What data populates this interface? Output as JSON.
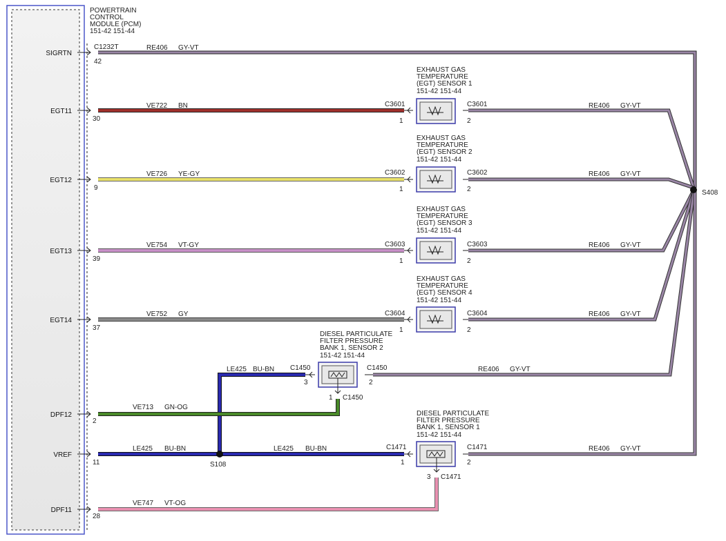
{
  "pcm": {
    "title": [
      "POWERTRAIN",
      "CONTROL",
      "MODULE (PCM)",
      "151-42    151-44"
    ],
    "pins": [
      {
        "signal": "SIGRTN",
        "pin": "42",
        "connector": "C1232T"
      },
      {
        "signal": "EGT11",
        "pin": "30"
      },
      {
        "signal": "EGT12",
        "pin": "9"
      },
      {
        "signal": "EGT13",
        "pin": "39"
      },
      {
        "signal": "EGT14",
        "pin": "37"
      },
      {
        "signal": "DPF12",
        "pin": "2"
      },
      {
        "signal": "VREF",
        "pin": "11"
      },
      {
        "signal": "DPF11",
        "pin": "28"
      }
    ]
  },
  "return_wire": {
    "circuit": "RE406",
    "color_code": "GY-VT",
    "color": "#9a86a6"
  },
  "egt_sensors": [
    {
      "title": [
        "EXHAUST GAS",
        "TEMPERATURE",
        "(EGT) SENSOR 1",
        "151-42    151-44"
      ],
      "conn": "C3601",
      "pin1": "1",
      "pin2": "2",
      "circuit": "VE722",
      "color_code": "BN",
      "color": "#a0302c"
    },
    {
      "title": [
        "EXHAUST GAS",
        "TEMPERATURE",
        "(EGT) SENSOR 2",
        "151-42    151-44"
      ],
      "conn": "C3602",
      "pin1": "1",
      "pin2": "2",
      "circuit": "VE726",
      "color_code": "YE-GY",
      "color": "#e8e06a"
    },
    {
      "title": [
        "EXHAUST GAS",
        "TEMPERATURE",
        "(EGT) SENSOR 3",
        "151-42    151-44"
      ],
      "conn": "C3603",
      "pin1": "1",
      "pin2": "2",
      "circuit": "VE754",
      "color_code": "VT-GY",
      "color": "#c890c8"
    },
    {
      "title": [
        "EXHAUST GAS",
        "TEMPERATURE",
        "(EGT) SENSOR 4",
        "151-42    151-44"
      ],
      "conn": "C3604",
      "pin1": "1",
      "pin2": "2",
      "circuit": "VE752",
      "color_code": "GY",
      "color": "#8a8a8a"
    }
  ],
  "dpf_sensor2": {
    "title": [
      "DIESEL PARTICULATE",
      "FILTER PRESSURE",
      "BANK 1, SENSOR 2",
      "151-42    151-44"
    ],
    "conn": "C1450",
    "pin_ref": "3",
    "pin_ret": "2",
    "pin_sig": "1"
  },
  "dpf_sensor1": {
    "title": [
      "DIESEL PARTICULATE",
      "FILTER PRESSURE",
      "BANK 1, SENSOR 1",
      "151-42    151-44"
    ],
    "conn": "C1471",
    "pin_ref": "1",
    "pin_ret": "2",
    "pin_sig": "3"
  },
  "wires": {
    "le425": {
      "circuit": "LE425",
      "color_code": "BU-BN",
      "color": "#2a2ab0"
    },
    "ve713": {
      "circuit": "VE713",
      "color_code": "GN-OG",
      "color": "#4a8a2a"
    },
    "ve747": {
      "circuit": "VE747",
      "color_code": "VT-OG",
      "color": "#e890b0"
    }
  },
  "splices": {
    "s408": "S408",
    "s108": "S108"
  }
}
